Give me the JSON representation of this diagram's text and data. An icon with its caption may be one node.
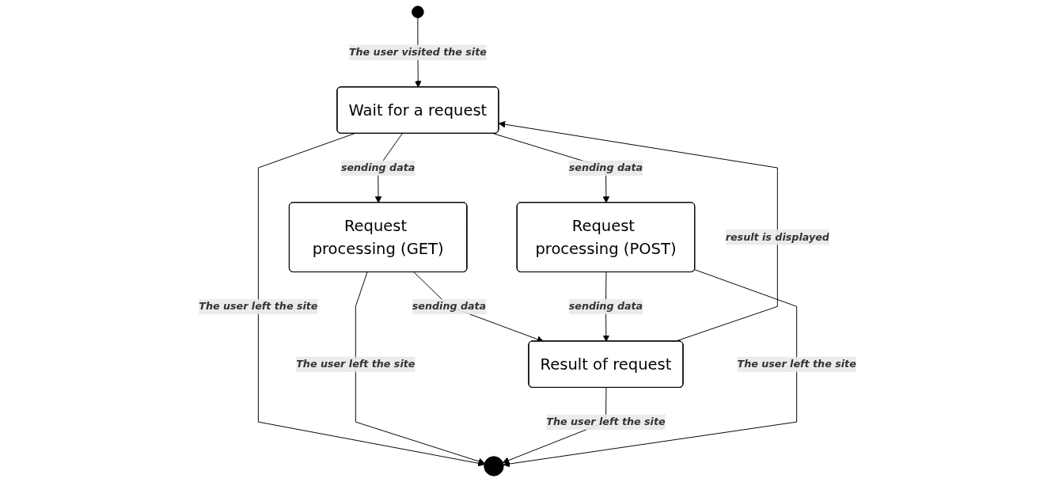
{
  "diagram": {
    "nodes": [
      {
        "text": [],
        "shape": "circle"
      },
      {
        "text": [],
        "shape": "circle"
      },
      {
        "text": [
          "Wait for a request"
        ]
      },
      {
        "text": [
          "Request processing (GET)"
        ]
      },
      {
        "text": [
          "Request processing (POST)"
        ]
      },
      {
        "text": [
          "Result of request"
        ]
      }
    ],
    "edges": [
      {
        "from": 0,
        "to": 2,
        "arrow": "to",
        "label": "The user visited the site"
      },
      {
        "from": 2,
        "to": 1,
        "arrow": "to",
        "label": "The user left the site"
      },
      {
        "from": 2,
        "to": 3,
        "arrow": "to",
        "label": "sending data"
      },
      {
        "from": 2,
        "to": 4,
        "arrow": "to",
        "label": "sending data"
      },
      {
        "from": 3,
        "to": 1,
        "arrow": "to",
        "label": "The user left the site"
      },
      {
        "from": 3,
        "to": 5,
        "arrow": "to",
        "label": "sending data"
      },
      {
        "from": 4,
        "to": 5,
        "arrow": "to",
        "label": "sending data"
      },
      {
        "from": 5,
        "to": 2,
        "arrow": "to",
        "label": "result is displayed"
      },
      {
        "from": 5,
        "to": 1,
        "arrow": "to",
        "label": "The user left the site"
      },
      {
        "from": 4,
        "to": 1,
        "arrow": "to",
        "label": "The user left the site"
      }
    ]
  }
}
